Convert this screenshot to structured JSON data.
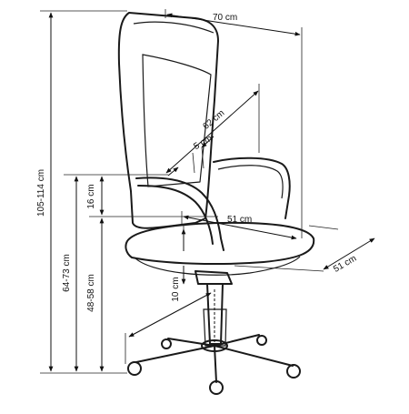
{
  "dimensions": {
    "width_top": "70 cm",
    "back_diag": "62 cm",
    "lumbar": "5 cm",
    "armrest_height": "16 cm",
    "seat_depth": "51 cm",
    "seat_width": "51 cm",
    "total_height": "105-114 cm",
    "arm_floor": "64-73 cm",
    "seat_floor": "48-58 cm",
    "seat_adjust": "10 cm"
  }
}
